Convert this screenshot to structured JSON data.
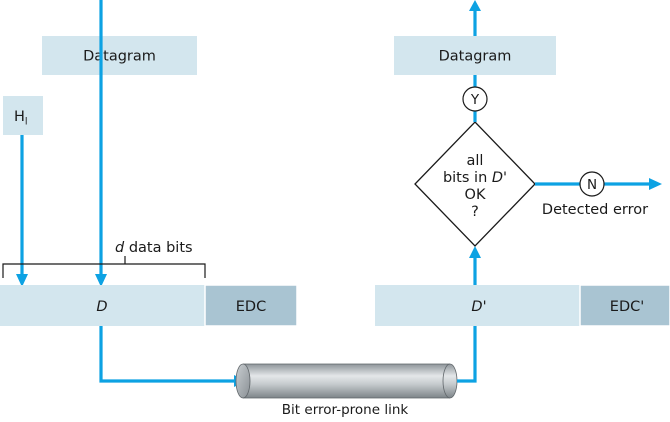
{
  "sender": {
    "datagram_label": "Datagram",
    "header_label": "H",
    "header_subscript": "l",
    "bracket_label_italic": "d",
    "bracket_label_rest": " data bits",
    "data_label": "D",
    "edc_label": "EDC"
  },
  "receiver": {
    "datagram_label": "Datagram",
    "yes_label": "Y",
    "no_label": "N",
    "decision": {
      "line1": "all",
      "line2_prefix": "bits in ",
      "line2_italic": "D",
      "line2_suffix": "'",
      "line3": "OK",
      "line4": "?"
    },
    "detected_error_label": "Detected error",
    "data_label": "D'",
    "edc_label": "EDC'"
  },
  "link": {
    "label": "Bit error-prone link"
  },
  "colors": {
    "flow_arrow": "#0da2e3",
    "light_box": "#d3e6ee",
    "dark_box": "#a9c4d2",
    "outline": "#1a1a1a"
  }
}
